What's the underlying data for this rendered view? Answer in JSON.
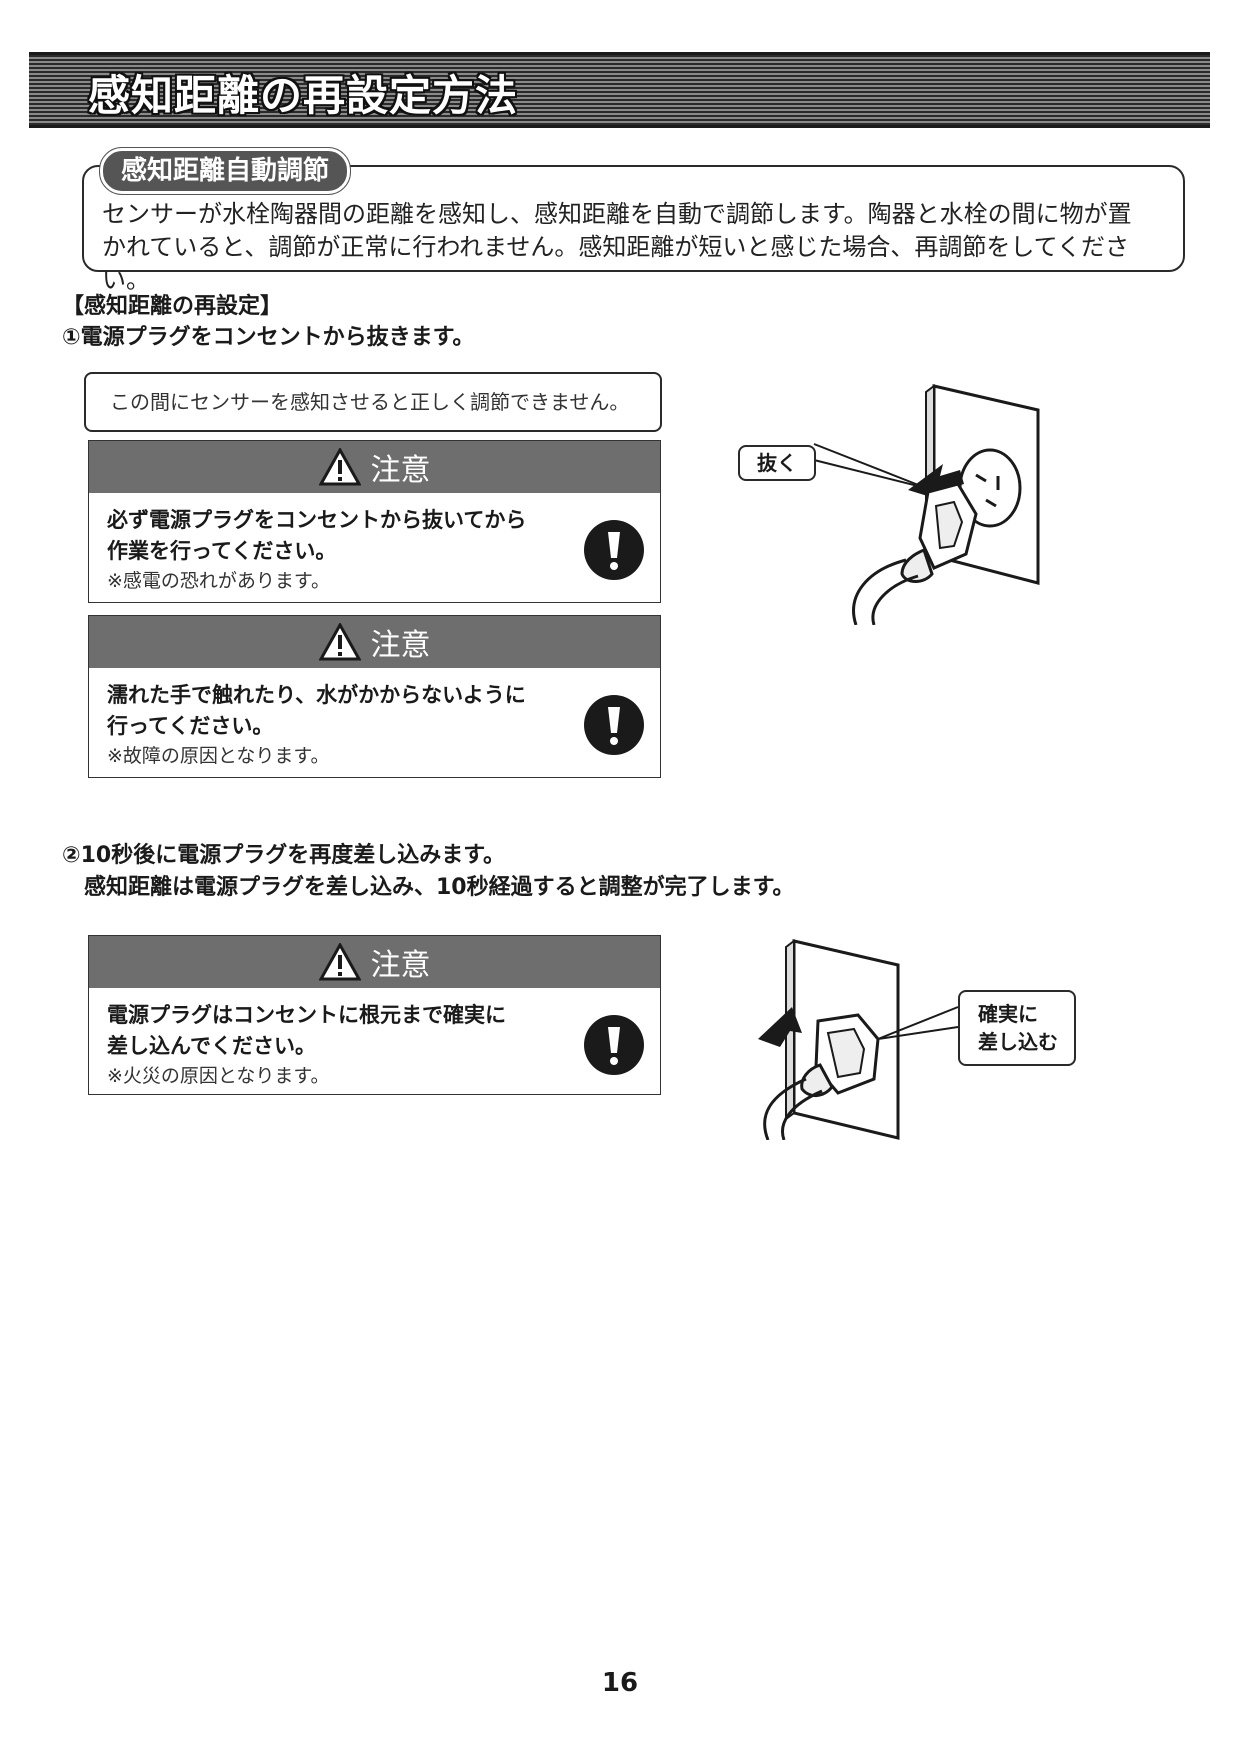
{
  "title": "感知距離の再設定方法",
  "auto_adjust": {
    "tag": "感知距離自動調節",
    "lines": [
      "センサーが水栓陶器間の距離を感知し、感知距離を自動で調節します。陶器と水栓の間に物が置",
      "かれていると、調節が正常に行われません。感知距離が短いと感じた場合、再調節をしてください。"
    ]
  },
  "reset_heading": "【感知距離の再設定】",
  "step1": "①電源プラグをコンセントから抜きます。",
  "note": "この間にセンサーを感知させると正しく調節できません。",
  "cautions": [
    {
      "label": "注意",
      "main_lines": [
        "必ず電源プラグをコンセントから抜いてから",
        "作業を行ってください。"
      ],
      "sub": "※感電の恐れがあります。"
    },
    {
      "label": "注意",
      "main_lines": [
        "濡れた手で触れたり、水がかからないように",
        "行ってください。"
      ],
      "sub": "※故障の原因となります。"
    },
    {
      "label": "注意",
      "main_lines": [
        "電源プラグはコンセントに根元まで確実に",
        "差し込んでください。"
      ],
      "sub": "※火災の原因となります。"
    }
  ],
  "step2_lines": [
    "②10秒後に電源プラグを再度差し込みます。",
    "　感知距離は電源プラグを差し込み、10秒経過すると調整が完了します。"
  ],
  "callout_unplug": "抜く",
  "callout_plugin_lines": [
    "確実に",
    "差し込む"
  ],
  "page_number": "16",
  "colors": {
    "caution_header": "#6e6e6e",
    "banner": "#2a2a2a"
  },
  "icons": [
    "warning-triangle-icon",
    "mandatory-exclamation-icon",
    "arrow-icon"
  ]
}
